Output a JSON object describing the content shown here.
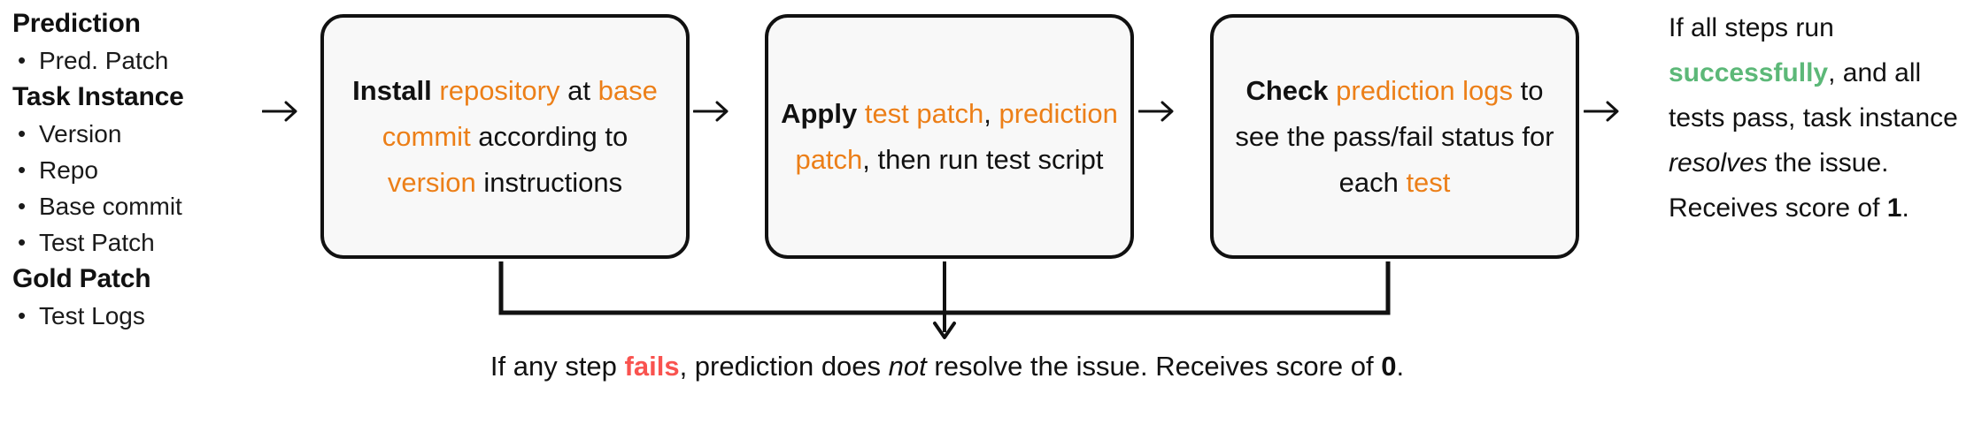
{
  "colors": {
    "orange": "#EC7F18",
    "green": "#5CB878",
    "red": "#F9534F",
    "box_border": "#111111",
    "box_fill": "#F8F8F8"
  },
  "left_column": {
    "groups": [
      {
        "heading": "Prediction",
        "items": [
          "Pred. Patch"
        ]
      },
      {
        "heading": "Task Instance",
        "items": [
          "Version",
          "Repo",
          "Base commit",
          "Test Patch"
        ]
      },
      {
        "heading": "Gold Patch",
        "items": [
          "Test Logs"
        ]
      }
    ]
  },
  "arrows": {
    "glyph": "→",
    "left_to_step1": "→",
    "step1_to_step2": "→",
    "step2_to_step3": "→",
    "step3_to_result": "→",
    "fail_down": "↓"
  },
  "steps": [
    {
      "id": "install",
      "verb": "Install",
      "full_text": "Install repository at base commit according to version instructions",
      "parts": [
        {
          "t": "Install",
          "style": "bold"
        },
        {
          "t": " ",
          "style": "plain"
        },
        {
          "t": "repository",
          "style": "orange"
        },
        {
          "t": " at ",
          "style": "plain"
        },
        {
          "t": "base commit",
          "style": "orange"
        },
        {
          "t": " according to ",
          "style": "plain"
        },
        {
          "t": "version",
          "style": "orange"
        },
        {
          "t": " instructions",
          "style": "plain"
        }
      ]
    },
    {
      "id": "apply",
      "verb": "Apply",
      "full_text": "Apply test patch, prediction patch, then run test script",
      "parts": [
        {
          "t": "Apply",
          "style": "bold"
        },
        {
          "t": " ",
          "style": "plain"
        },
        {
          "t": "test patch",
          "style": "orange"
        },
        {
          "t": ", ",
          "style": "plain"
        },
        {
          "t": "prediction patch",
          "style": "orange"
        },
        {
          "t": ", then run test script",
          "style": "plain"
        }
      ]
    },
    {
      "id": "check",
      "verb": "Check",
      "full_text": "Check prediction logs to see the pass/fail status for each test",
      "parts": [
        {
          "t": "Check",
          "style": "bold"
        },
        {
          "t": " ",
          "style": "plain"
        },
        {
          "t": "prediction logs",
          "style": "orange"
        },
        {
          "t": " to see the pass/fail status for each ",
          "style": "plain"
        },
        {
          "t": "test",
          "style": "orange"
        }
      ]
    }
  ],
  "success_text": {
    "full_text": "If all steps run successfully, and all tests pass, task instance resolves the issue. Receives score of 1.",
    "parts": [
      {
        "t": "If all steps run ",
        "style": "plain"
      },
      {
        "t": "successfully",
        "style": "green"
      },
      {
        "t": ", and all tests pass, task instance ",
        "style": "plain"
      },
      {
        "t": "resolves",
        "style": "italic"
      },
      {
        "t": " the issue. Receives score of ",
        "style": "plain"
      },
      {
        "t": "1",
        "style": "bold"
      },
      {
        "t": ".",
        "style": "plain"
      }
    ],
    "score": "1"
  },
  "fail_text": {
    "full_text": "If any step fails, prediction does not resolve the issue. Receives score of 0.",
    "parts": [
      {
        "t": "If any step ",
        "style": "plain"
      },
      {
        "t": "fails",
        "style": "red"
      },
      {
        "t": ", prediction does ",
        "style": "plain"
      },
      {
        "t": "not",
        "style": "italic"
      },
      {
        "t": " resolve the issue. Receives score of ",
        "style": "plain"
      },
      {
        "t": "0",
        "style": "bold"
      },
      {
        "t": ".",
        "style": "plain"
      }
    ],
    "score": "0"
  }
}
